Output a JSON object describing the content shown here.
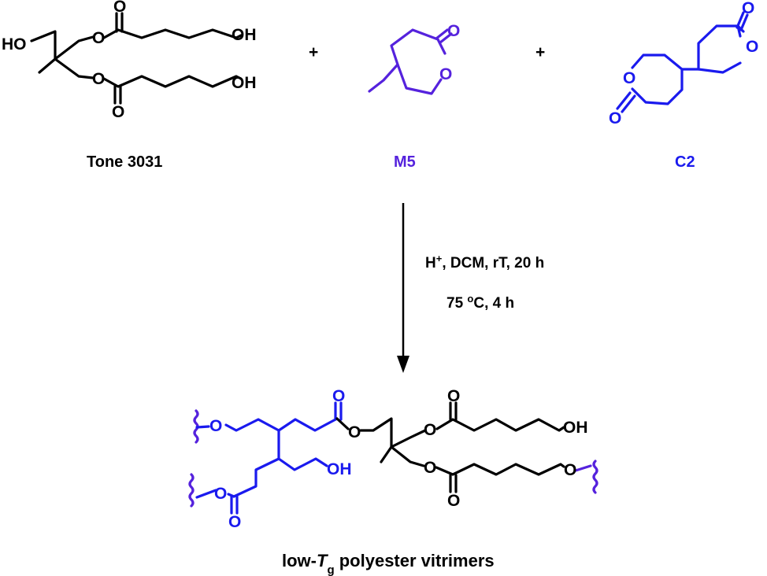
{
  "colors": {
    "black": "#000000",
    "m5": "#5522dd",
    "c2": "#1a1aee"
  },
  "reactants": {
    "tone": {
      "name": "Tone 3031",
      "ho_left": "HO",
      "o_ester_top": "O",
      "o_carbonyl_top": "O",
      "oh_top": "OH",
      "o_ester_bottom": "O",
      "o_carbonyl_bottom": "O",
      "oh_bottom": "OH"
    },
    "plus_1": "+",
    "m5": {
      "name": "M5",
      "o_ring": "O",
      "o_carbonyl": "O"
    },
    "plus_2": "+",
    "c2": {
      "name": "C2",
      "o_ring_right": "O",
      "o_carbonyl_right": "O",
      "o_ring_left": "O",
      "o_carbonyl_left": "O"
    }
  },
  "conditions": {
    "line1_prefix": "H",
    "line1_sup": "+",
    "line1_suffix": ", DCM, rT, 20 h",
    "line2_prefix": "75 ",
    "line2_sup": "o",
    "line2_suffix": "C, 4 h"
  },
  "product": {
    "o_chain_left": "O",
    "o_carbonyl_blue": "O",
    "o_link": "O",
    "o_ester_top": "O",
    "o_carbonyl_top": "O",
    "oh_top": "OH",
    "oh_blue": "OH",
    "o_ester_bottom_left": "O",
    "o_carbonyl_bottom_left": "O",
    "o_ester_bottom_right": "O",
    "o_carbonyl_bottom_right": "O",
    "o_end_right": "O",
    "name_prefix": "low-",
    "name_T": "T",
    "name_g": "g",
    "name_suffix": " polyester vitrimers"
  }
}
